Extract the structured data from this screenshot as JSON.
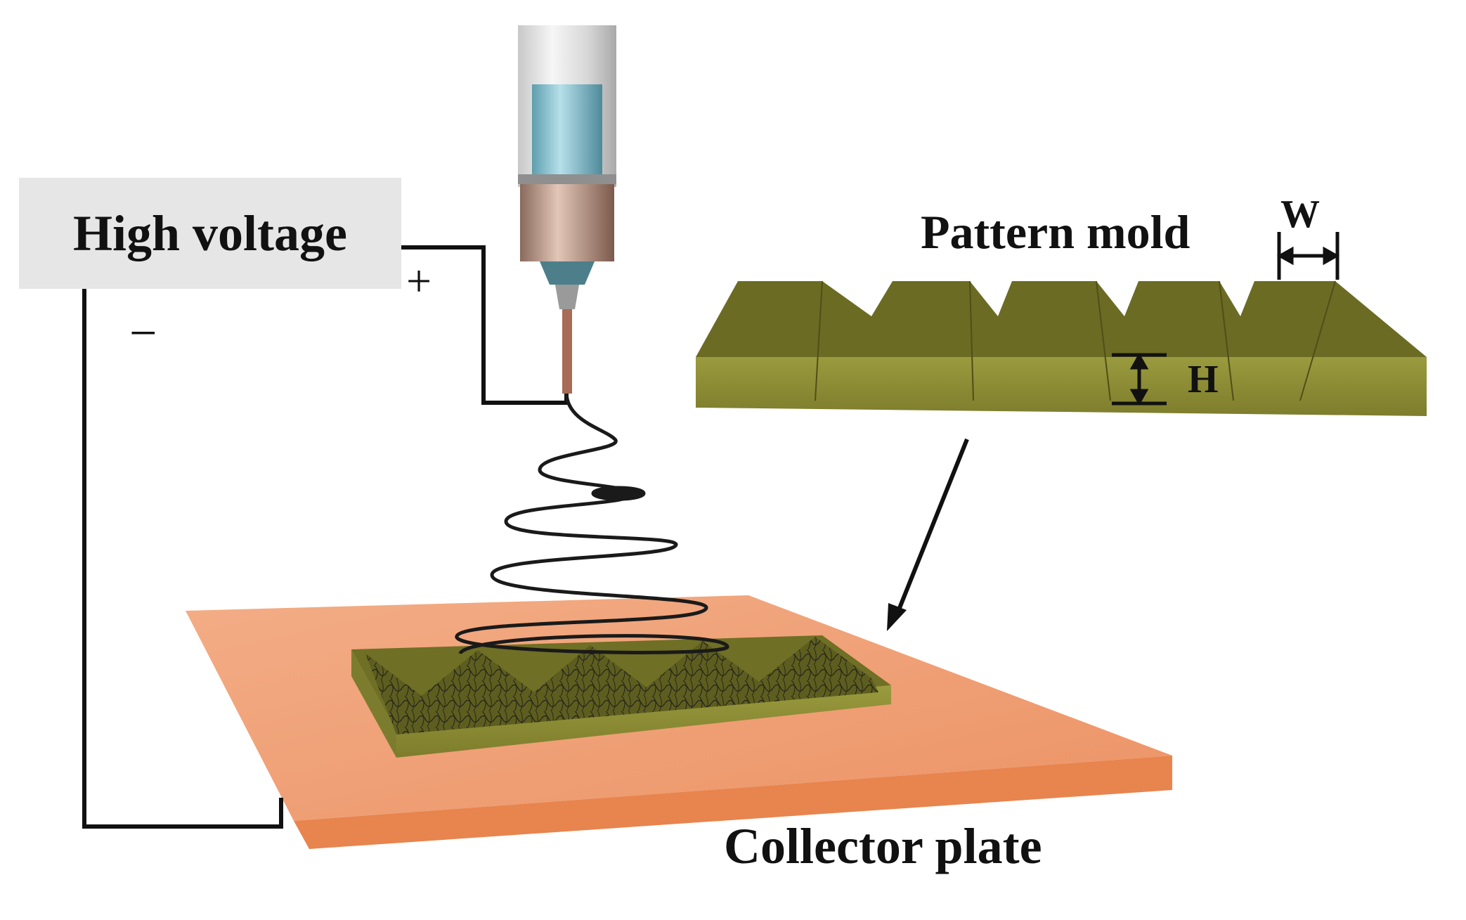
{
  "labels": {
    "high_voltage": "High voltage",
    "plus": "+",
    "minus": "−",
    "pattern_mold": "Pattern mold",
    "width_symbol": "W",
    "height_symbol": "H",
    "collector_plate": "Collector plate"
  },
  "colors": {
    "power_box": "#e6e6e6",
    "wire": "#111111",
    "collector_top": "#f0a478",
    "collector_edge": "#e8844e",
    "mold_top": "#6b6b24",
    "mold_side": "#8f8f36",
    "fiber": "#1a1a1a",
    "nozzle_glass": "#7fb9c6",
    "nozzle_metal": "#b89080"
  }
}
